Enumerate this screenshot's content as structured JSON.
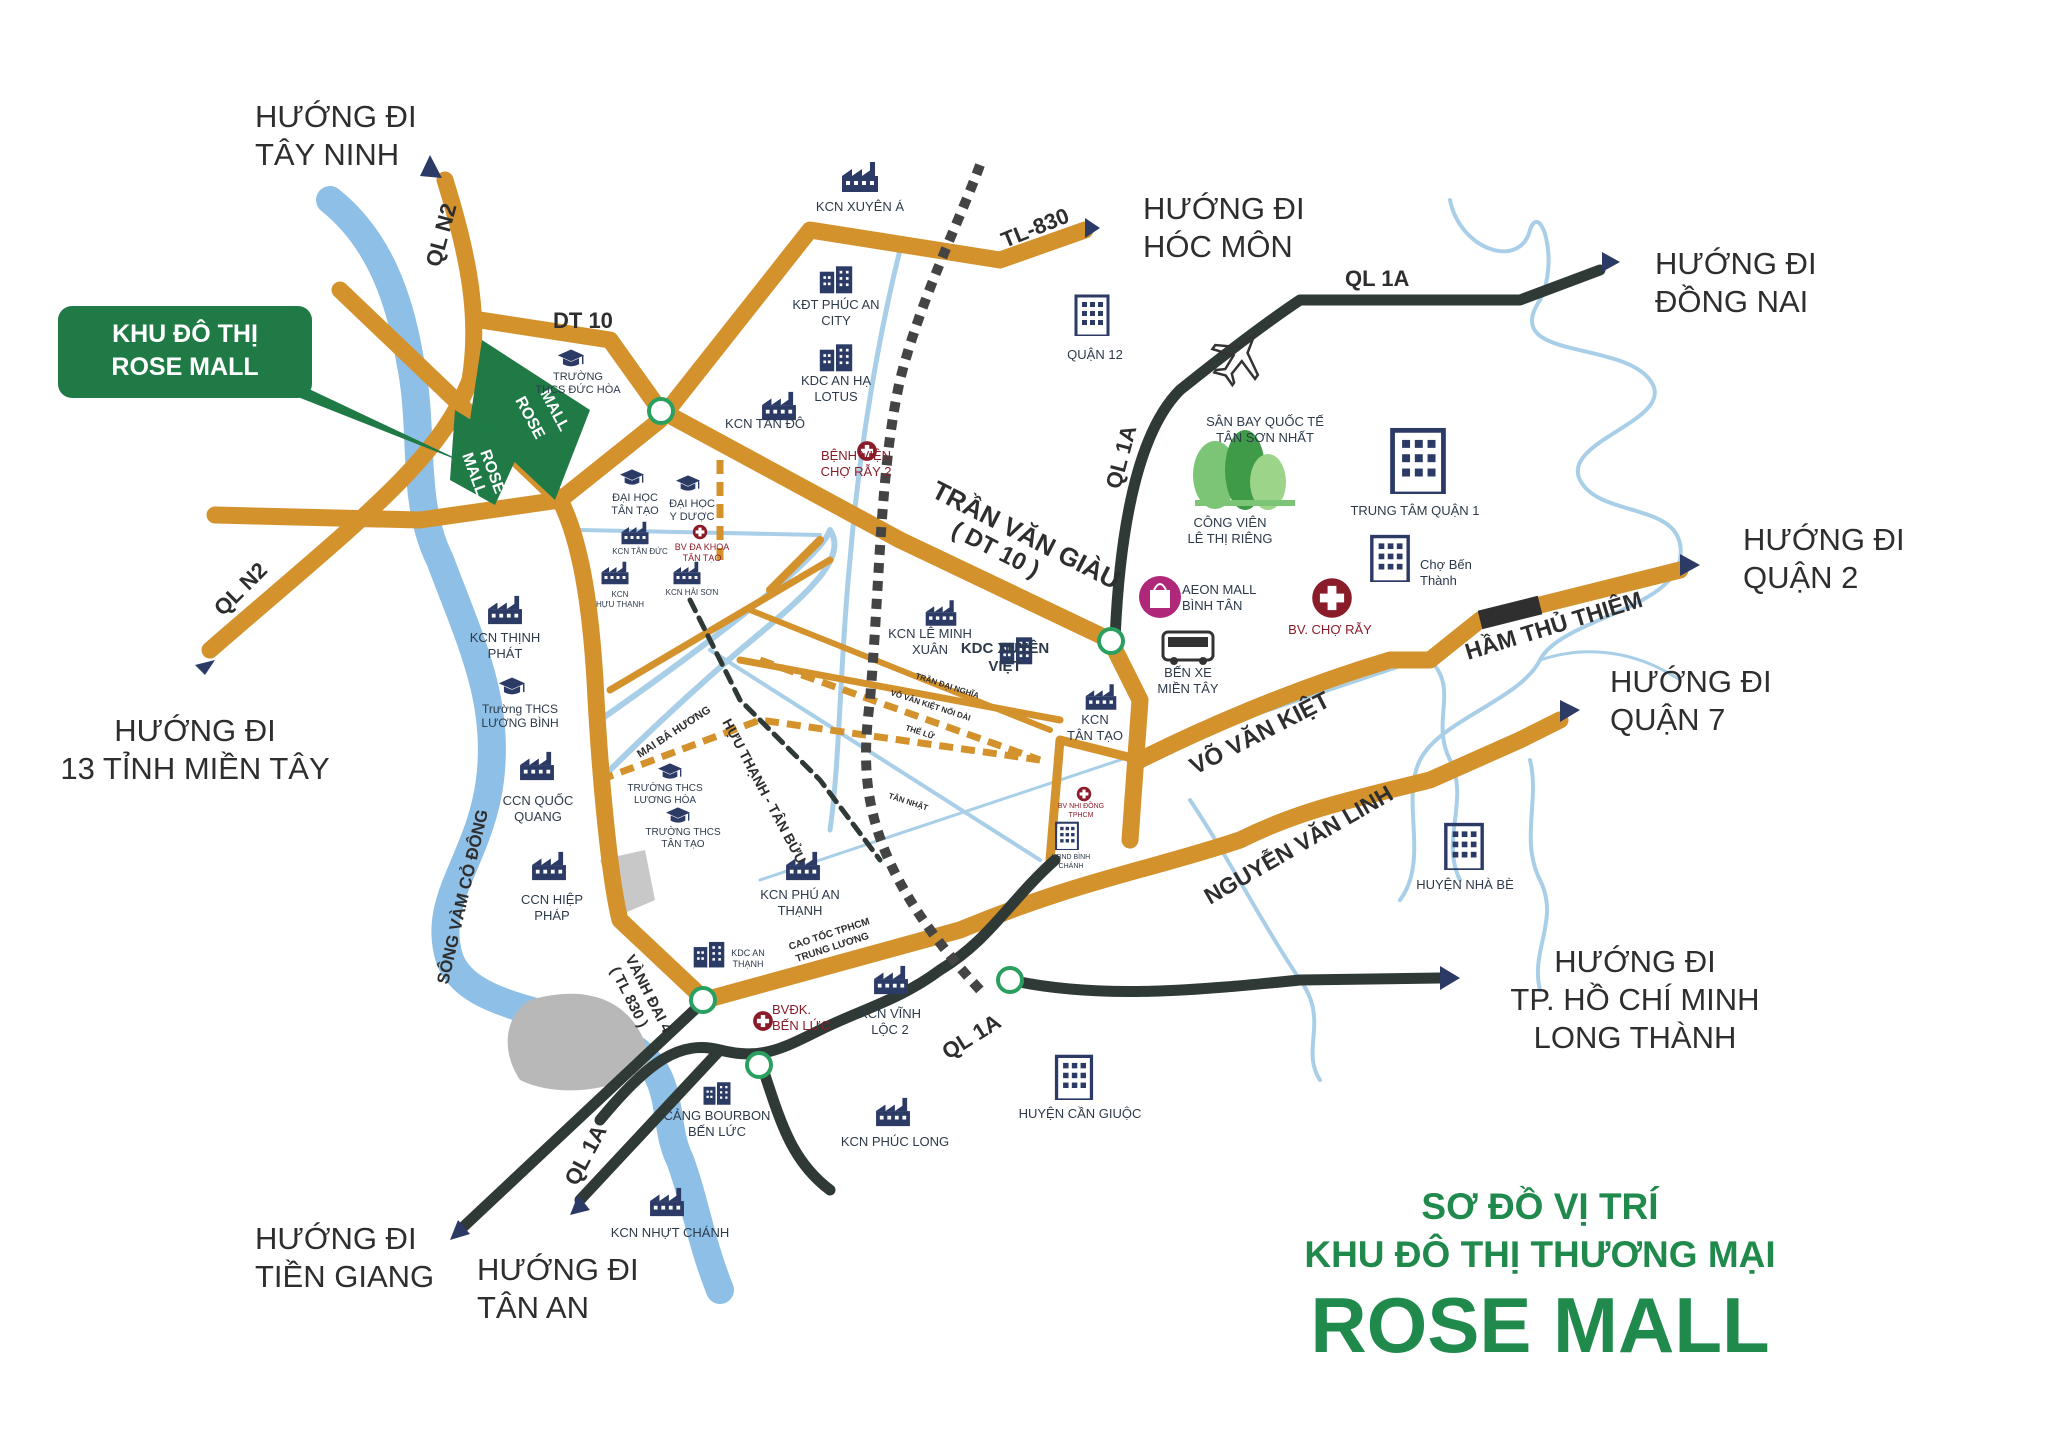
{
  "title": {
    "line1": "SƠ ĐỒ VỊ TRÍ",
    "line2": "KHU ĐÔ THỊ THƯƠNG MẠI",
    "line3": "ROSE MALL"
  },
  "callout": {
    "line1": "KHU ĐÔ THỊ",
    "line2": "ROSE MALL"
  },
  "site_labels": {
    "a": [
      "ROSE",
      "MALL"
    ],
    "b": [
      "ROSE",
      "MALL"
    ]
  },
  "directions": {
    "tay_ninh": [
      "HƯỚNG ĐI",
      "TÂY NINH"
    ],
    "hoc_mon": [
      "HƯỚNG ĐI",
      "HÓC MÔN"
    ],
    "dong_nai": [
      "HƯỚNG ĐI",
      "ĐỒNG NAI"
    ],
    "quan2": [
      "HƯỚNG ĐI",
      "QUẬN 2"
    ],
    "quan7": [
      "HƯỚNG ĐI",
      "QUẬN 7"
    ],
    "mien_tay": [
      "HƯỚNG ĐI",
      "13 TỈNH MIỀN TÂY"
    ],
    "hcm_long_thanh": [
      "HƯỚNG ĐI",
      "TP. HỒ CHÍ MINH",
      "LONG THÀNH"
    ],
    "tien_giang": [
      "HƯỚNG ĐI",
      "TIỀN GIANG"
    ],
    "tan_an": [
      "HƯỚNG ĐI",
      "TÂN AN"
    ]
  },
  "roads": {
    "ql_n2_top": "QL N2",
    "ql_n2_left": "QL N2",
    "dt10": "DT 10",
    "tl830": "TL-830",
    "ql1a_top": "QL 1A",
    "ql1a_mid": "QL 1A",
    "ql1a_bottom": "QL 1A",
    "ql1a_low": "QL 1A",
    "tran_van_giau": "TRẦN VĂN GIÀU",
    "dt10_paren": "( DT 10 )",
    "vo_van_kiet": "VÕ VĂN KIỆT",
    "ham_thu_thiem": "HẦM THỦ THIÊM",
    "nguyen_van_linh": "NGUYỄN VĂN LINH",
    "vanh_dai_4": "VÀNH ĐAI 4",
    "tl830_paren": "( TL 830 )",
    "song_vam_co": "SÔNG VÀM CỎ ĐÔNG",
    "huu_thanh": "HỰU THẠNH - TÂN BỬU",
    "mai_ba_huong": "MAI BÁ HƯƠNG",
    "cao_toc": [
      "CAO TỐC TPHCM",
      "TRUNG LƯƠNG"
    ],
    "tran_dai_nghia": "TRẦN ĐẠI NGHĨA",
    "vo_van_kiet_noi_dai": "VÕ VĂN KIỆT NỐI DÀI",
    "the_lu": "THẾ LỮ",
    "tan_nhat": "TÂN NHẬT"
  },
  "places": {
    "kcn_xuyen_a": [
      "KCN XUYÊN Á"
    ],
    "kdt_phuc_an": [
      "KĐT PHÚC AN",
      "CITY"
    ],
    "kdc_an_ha": [
      "KDC AN HẠ",
      "LOTUS"
    ],
    "quan12": [
      "QUẬN 12"
    ],
    "san_bay": [
      "SÂN BAY QUỐC TẾ",
      "TÂN SƠN NHẤT"
    ],
    "cong_vien": [
      "CÔNG VIÊN",
      "LÊ THỊ RIÊNG"
    ],
    "trung_tam_q1": [
      "TRUNG TÂM QUẬN 1"
    ],
    "cho_ben_thanh": [
      "Chợ Bến",
      "Thành"
    ],
    "aeon": [
      "AEON MALL",
      "BÌNH TÂN"
    ],
    "bv_cho_ray": [
      "BV. CHỢ RẪY"
    ],
    "ben_xe": [
      "BẾN XE",
      "MIỀN TÂY"
    ],
    "kdc_xuyen_viet": [
      "KDC XUYÊN",
      "VIỆT"
    ],
    "kcn_le_minh_xuan": [
      "KCN LÊ MINH",
      "XUÂN"
    ],
    "kcn_tan_tao": [
      "KCN",
      "TÂN TẠO"
    ],
    "kcn_tan_do": [
      "KCN TÂN ĐÔ"
    ],
    "benh_vien_cho_ray2": [
      "BỆNH VIỆN",
      "CHỢ RẪY 2"
    ],
    "truong_duc_hoa": [
      "TRƯỜNG",
      "THCS ĐỨC HÒA"
    ],
    "dh_tan_tao": [
      "ĐẠI HỌC",
      "TÂN TẠO"
    ],
    "dh_y_duoc": [
      "ĐẠI HỌC",
      "Y DƯỢC"
    ],
    "bv_da_khoa": [
      "BV ĐA KHOA",
      "TÂN TẠO"
    ],
    "kcn_tan_duc": [
      "KCN TÂN ĐỨC"
    ],
    "kcn_huu_thanh": [
      "KCN",
      "HỰU THẠNH"
    ],
    "kcn_hai_son": [
      "KCN HẢI SƠN"
    ],
    "kcn_thinh_phat": [
      "KCN THỊNH",
      "PHÁT"
    ],
    "truong_luong_binh": [
      "Trường THCS",
      "LƯƠNG BÌNH"
    ],
    "ccn_quoc_quang": [
      "CCN QUỐC",
      "QUANG"
    ],
    "ccn_hiep_phap": [
      "CCN HIỆP",
      "PHÁP"
    ],
    "truong_luong_hoa": [
      "TRƯỜNG THCS",
      "LƯƠNG HÒA"
    ],
    "truong_tan_tao": [
      "TRƯỜNG THCS",
      "TÂN TẠO"
    ],
    "kcn_phu_an_thanh": [
      "KCN PHÚ AN",
      "THẠNH"
    ],
    "kdc_an_thanh": [
      "KDC AN",
      "THẠNH"
    ],
    "bv_nhi_dong": [
      "BV NHI ĐỒNG",
      "TPHCM"
    ],
    "ubnd_binh_chanh": [
      "UBND BÌNH",
      "CHÁNH"
    ],
    "huyen_nha_be": [
      "HUYỆN NHÀ BÈ"
    ],
    "bvdk_ben_luc": [
      "BVĐK.",
      "BẾN LỨC"
    ],
    "kcn_vinh_loc2": [
      "KCN VĨNH",
      "LỘC 2"
    ],
    "cang_bourbon": [
      "CẢNG BOURBON",
      "BẾN LỨC"
    ],
    "kcn_phuc_long": [
      "KCN PHÚC LONG"
    ],
    "huyen_can_giuoc": [
      "HUYỆN CẦN GIUỘC"
    ],
    "kcn_nhut_chanh": [
      "KCN NHỰT CHÁNH"
    ]
  },
  "colors": {
    "road_orange": "#d4922d",
    "road_dark": "#2f3a36",
    "river": "#8ebfe6",
    "river_light": "#a9cfe8",
    "brand_green": "#1f7a46",
    "title_green": "#1f8a4c",
    "hospital_red": "#8a1c2a",
    "icon_navy": "#2c3a66"
  },
  "icons": {
    "factory": "factory-icon",
    "school": "graduation-cap-icon",
    "hospital": "hospital-cross-icon",
    "building": "building-icon",
    "plane": "airplane-icon",
    "bus": "bus-icon",
    "mall": "shopping-bag-icon",
    "tree": "tree-icon",
    "junction": "junction-circle-icon",
    "arrow": "direction-arrow-icon"
  }
}
